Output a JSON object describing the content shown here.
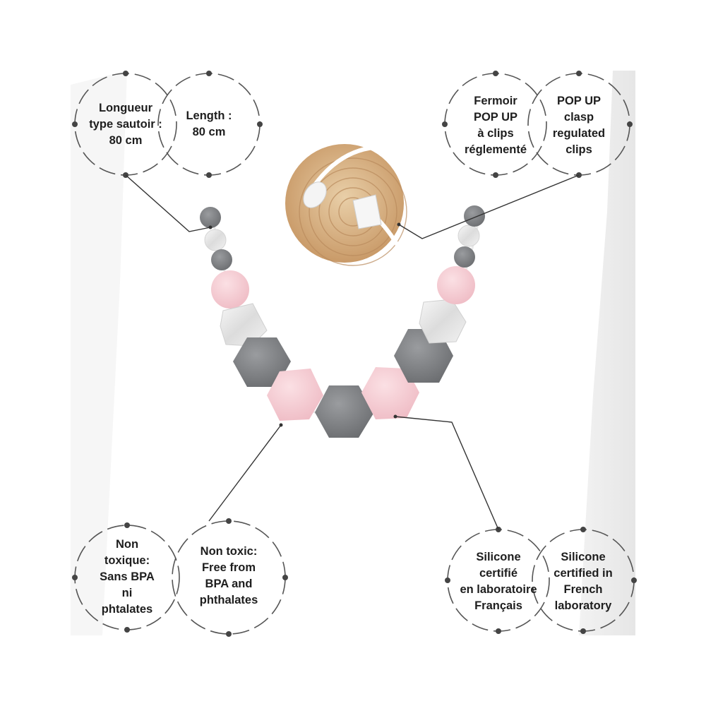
{
  "background": "#ffffff",
  "colors": {
    "bubble_stroke": "#555555",
    "leader_line": "#333333",
    "bead_grey": "#7d7f82",
    "bead_pink": "#f4c8cf",
    "bead_marble": "#e9e9e9",
    "wood": "#d8b58c"
  },
  "callouts": {
    "length": {
      "fr": [
        "Longueur",
        "type sautoir :",
        "80 cm"
      ],
      "en": [
        "Length :",
        "80 cm"
      ]
    },
    "clasp": {
      "fr": [
        "Fermoir",
        "POP UP",
        "à clips",
        "réglementé"
      ],
      "en": [
        "POP UP",
        "clasp",
        "regulated",
        "clips"
      ]
    },
    "non_toxic": {
      "fr": [
        "Non",
        "toxique:",
        "Sans BPA",
        "ni",
        "phtalates"
      ],
      "en": [
        "Non toxic:",
        "Free from",
        "BPA and",
        "phthalates"
      ]
    },
    "silicone": {
      "fr": [
        "Silicone",
        "certifié",
        "en laboratoire",
        "Français"
      ],
      "en": [
        "Silicone",
        "certified in",
        "French",
        "laboratory"
      ]
    }
  }
}
